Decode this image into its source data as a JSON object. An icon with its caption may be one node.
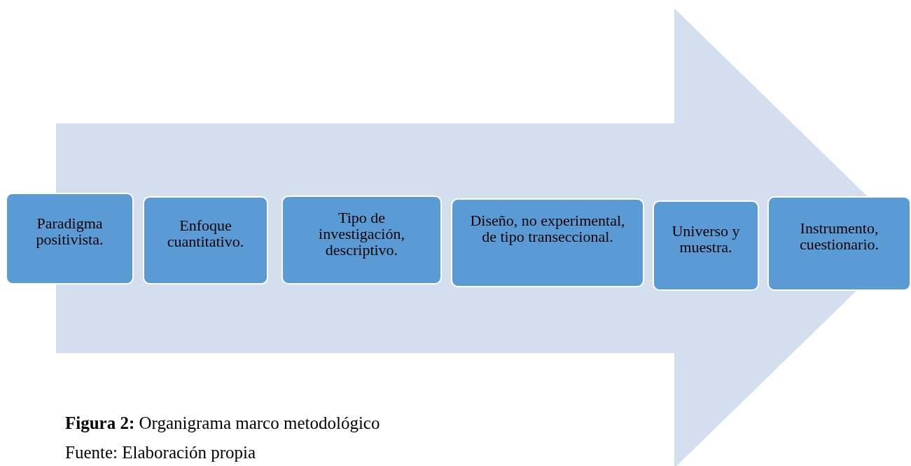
{
  "diagram": {
    "caption": "**Figura 2:** Organigrama marco metodológico",
    "nodes": [
      {
        "text": [
          "Paradigma positivista."
        ]
      },
      {
        "text": [
          "Enfoque cuantitativo."
        ]
      },
      {
        "text": [
          "Tipo de investigación, descriptivo."
        ]
      },
      {
        "text": [
          "Diseño, no experimental, de tipo transeccional."
        ]
      },
      {
        "text": [
          "Universo y muestra."
        ]
      },
      {
        "text": [
          "Instrumento, cuestionario."
        ]
      }
    ],
    "edges": [
      {
        "from": 0,
        "to": 5,
        "arrow": "to"
      }
    ],
    "labels": [
      "Fuente: Elaboración propia"
    ]
  }
}
